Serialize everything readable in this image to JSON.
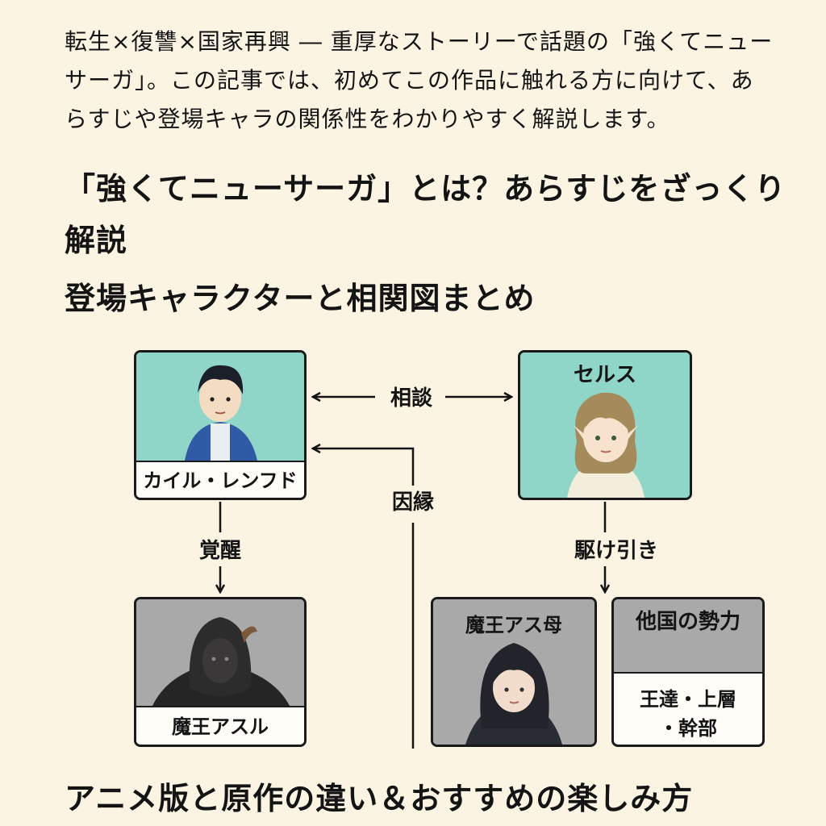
{
  "intro": "転生×復讐×国家再興 ― 重厚なストーリーで話題の「強くてニューサーガ」。この記事では、初めてこの作品に触れる方に向けて、あらすじや登場キャラの関係性をわかりやすく解説します。",
  "headings": {
    "synopsis": "「強くてニューサーガ」とは？あらすじをざっくり解説",
    "characters": "登場キャラクターと相関図まとめ",
    "anime_vs_original": "アニメ版と原作の違い＆おすすめの楽しみ方"
  },
  "diagram": {
    "nodes": {
      "kyle": {
        "name": "カイル・レンフド"
      },
      "celes": {
        "name": "セルス"
      },
      "asul": {
        "name": "魔王アスル"
      },
      "kingmom": {
        "name": "魔王アス母"
      },
      "other": {
        "title": "他国の勢力",
        "lines": [
          "王達・上層",
          "・幹部"
        ]
      }
    },
    "edges": {
      "cooperate": "相談",
      "enemy": "因縁",
      "awaken": "覚醒",
      "tug": "駆け引き"
    }
  },
  "colors": {
    "background": "#fbf4e3",
    "teal": "#8fd6c8",
    "grey": "#a9a9a9"
  }
}
